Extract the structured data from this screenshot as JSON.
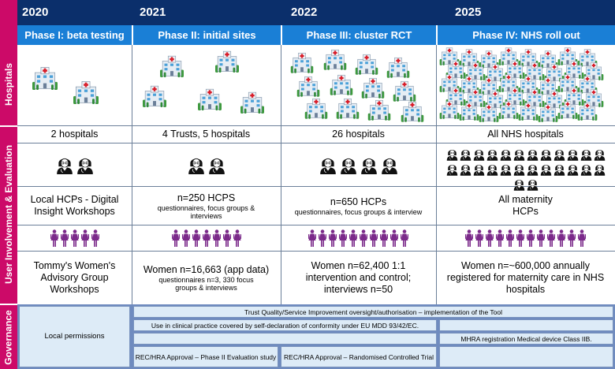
{
  "side_labels": {
    "hospitals": "Hospitals",
    "user_involvement": "User Involvement  & Evaluation",
    "governance": "Governance"
  },
  "years": [
    "2020",
    "2021",
    "2022",
    "2025"
  ],
  "phases": [
    {
      "title": "Phase I: beta testing",
      "hospital_icons": 2,
      "hospitals_text": "2 hospitals",
      "hcp_icons": 2,
      "hcp_title": "Local HCPs - Digital Insight Workshops",
      "hcp_detail": "",
      "women_icons": 5,
      "women_title": "Tommy's Women's Advisory Group Workshops",
      "women_detail": ""
    },
    {
      "title": "Phase II: initial sites",
      "hospital_icons": 5,
      "hospitals_text": "4 Trusts, 5 hospitals",
      "hcp_icons": 2,
      "hcp_title": "n=250 HCPS",
      "hcp_detail": "questionnaires, focus groups & interviews",
      "women_icons": 7,
      "women_title": "Women n=16,663 (app data)",
      "women_detail": "questionnaires n=3, 330 focus groups & interviews"
    },
    {
      "title": "Phase III: cluster RCT",
      "hospital_icons": 12,
      "hospitals_text": "26 hospitals",
      "hcp_icons": 4,
      "hcp_title": "n=650 HCPs",
      "hcp_detail": "questionnaires, focus groups & interview",
      "women_icons": 10,
      "women_title": "Women n=62,400 1:1 intervention and control; interviews n=50",
      "women_detail": ""
    },
    {
      "title": "Phase IV: NHS roll out",
      "hospital_icons": 40,
      "hospitals_text": "All NHS hospitals",
      "hcp_icons": 26,
      "hcp_title": "All maternity HCPs",
      "hcp_detail": "",
      "women_icons": 12,
      "women_title": "Women n=~600,000 annually registered for maternity care in NHS hospitals",
      "women_detail": ""
    }
  ],
  "governance": {
    "local": "Local permissions",
    "trust": "Trust Quality/Service Improvement oversight/authorisation – implementation of the Tool",
    "clinical": "Use in clinical practice covered by self-declaration of conformity under EU MDD 93/42/EC.",
    "mhra": "MHRA registration Medical device Class IIB.",
    "rec2": "REC/HRA Approval – Phase II Evaluation study",
    "rec3": "REC/HRA Approval – Randomised Controlled Trial"
  },
  "colors": {
    "side": "#cc0a68",
    "year_bar": "#0b2f6b",
    "phase_bar": "#1a7fd6",
    "women_icon": "#7b2a8a",
    "gov_bg": "#6f8bbf",
    "gov_box": "#ddebf7"
  }
}
